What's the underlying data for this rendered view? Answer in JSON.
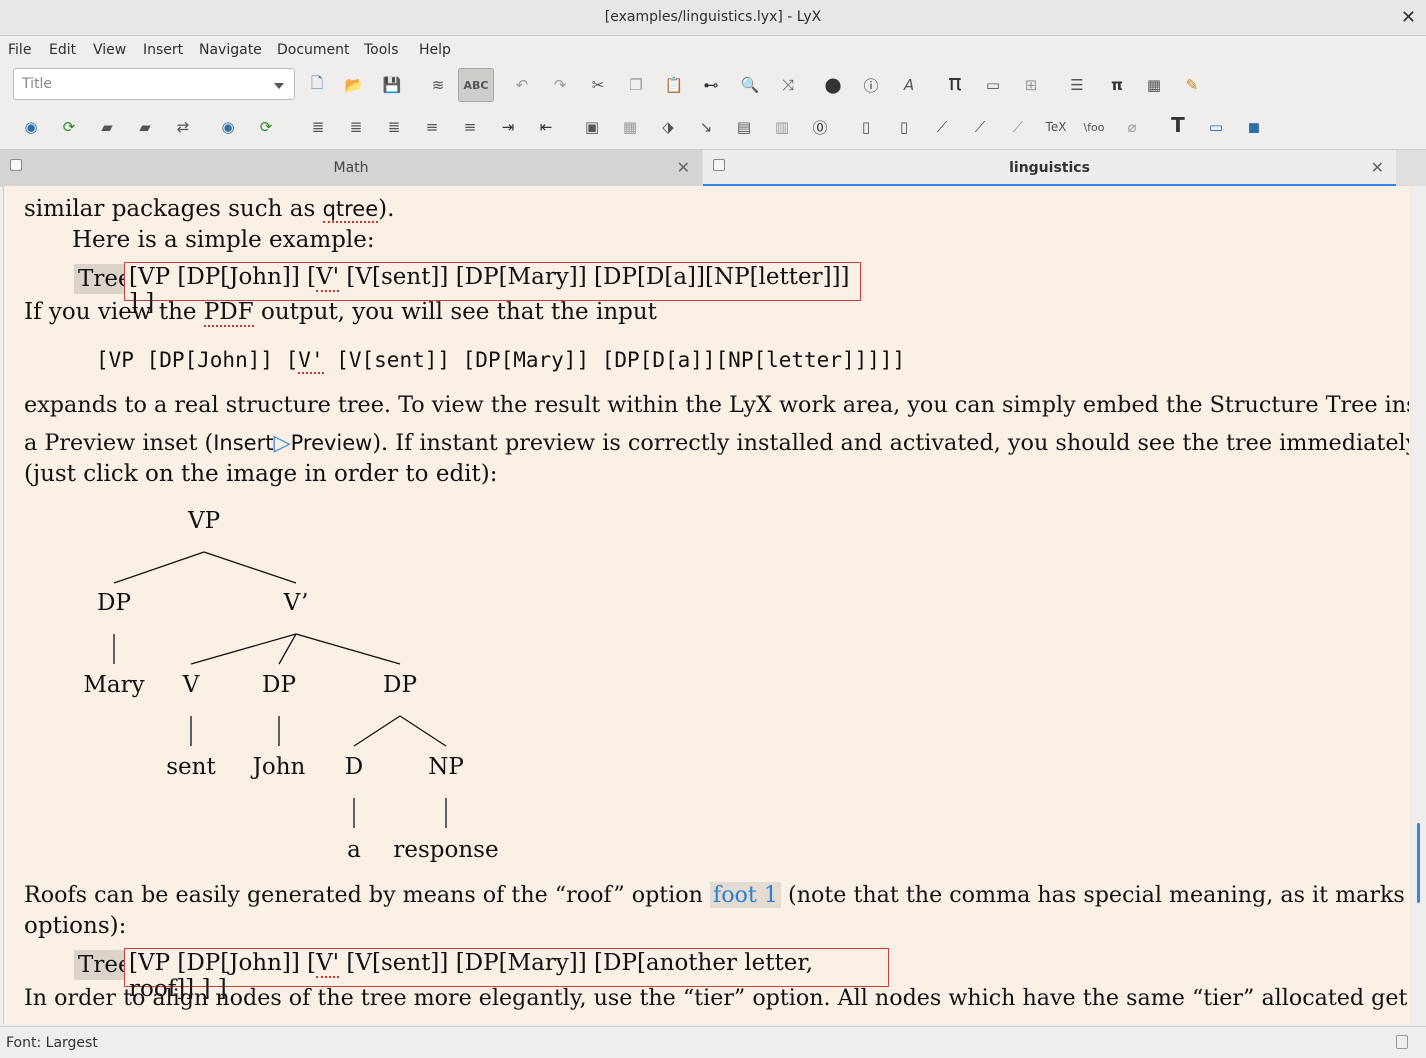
{
  "window": {
    "title": "[examples/linguistics.lyx] - LyX",
    "close_glyph": "✕"
  },
  "menu": [
    "File",
    "Edit",
    "View",
    "Insert",
    "Navigate",
    "Document",
    "Tools",
    "Help"
  ],
  "toolbar": {
    "paragraph_style": "Title"
  },
  "tabs": [
    {
      "label": "Math",
      "active": false
    },
    {
      "label": "linguistics",
      "active": true
    }
  ],
  "document": {
    "line1_a": "similar packages such as ",
    "line1_qtree": "qtree",
    "line1_b": ").",
    "line2": "Here is a simple example:",
    "tree_label": "Tree",
    "tree1_a": "[VP [DP[John]] [",
    "tree1_v": "V'",
    "tree1_b": " [V[sent]] [DP[Mary]] [DP[D[a]][NP[letter]]] ] ]",
    "line3_a": "If you view the ",
    "line3_pdf": "PDF",
    "line3_b": " output, you will see that the input",
    "code_a": "[VP [DP[John]] [",
    "code_v": "V'",
    "code_b": " [V[sent]] [DP[Mary]] [DP[D[a]][NP[letter]]]]]",
    "para1_l1": "expands to a real structure tree. To view the result within the LyX work area, you can simply embed the Structure Tree inset into",
    "para1_l2_a": "a Preview inset (",
    "para1_l2_menu1": "Insert",
    "para1_l2_arrow": "▷",
    "para1_l2_menu2": "Preview",
    "para1_l2_b": "). If instant preview is correctly installed and activated, you should see the tree immediately",
    "para1_l3": "(just click on the image in order to edit):",
    "para2_l1_a": "Roofs can be easily generated by means of the “roof” option ",
    "para2_foot": "foot 1",
    "para2_l1_b": " (note that the comma has special meaning, as it marks",
    "para2_l2": "options):",
    "tree2_a": "[VP [DP[John]] [",
    "tree2_v": "V'",
    "tree2_b": " [V[sent]] [DP[Mary]] [DP[another letter, roof]] ] ]",
    "para3_l1": "In order to align nodes of the tree more elegantly, use the “tier” option. All nodes which have the same “tier” allocated get"
  },
  "tree_preview": {
    "nodes": {
      "vp": "VP",
      "dp1": "DP",
      "vbar": "V’",
      "mary": "Mary",
      "v": "V",
      "dp2": "DP",
      "dp3": "DP",
      "sent": "sent",
      "john": "John",
      "d": "D",
      "np": "NP",
      "a": "a",
      "response": "response"
    }
  },
  "status": {
    "text": "Font: Largest"
  }
}
